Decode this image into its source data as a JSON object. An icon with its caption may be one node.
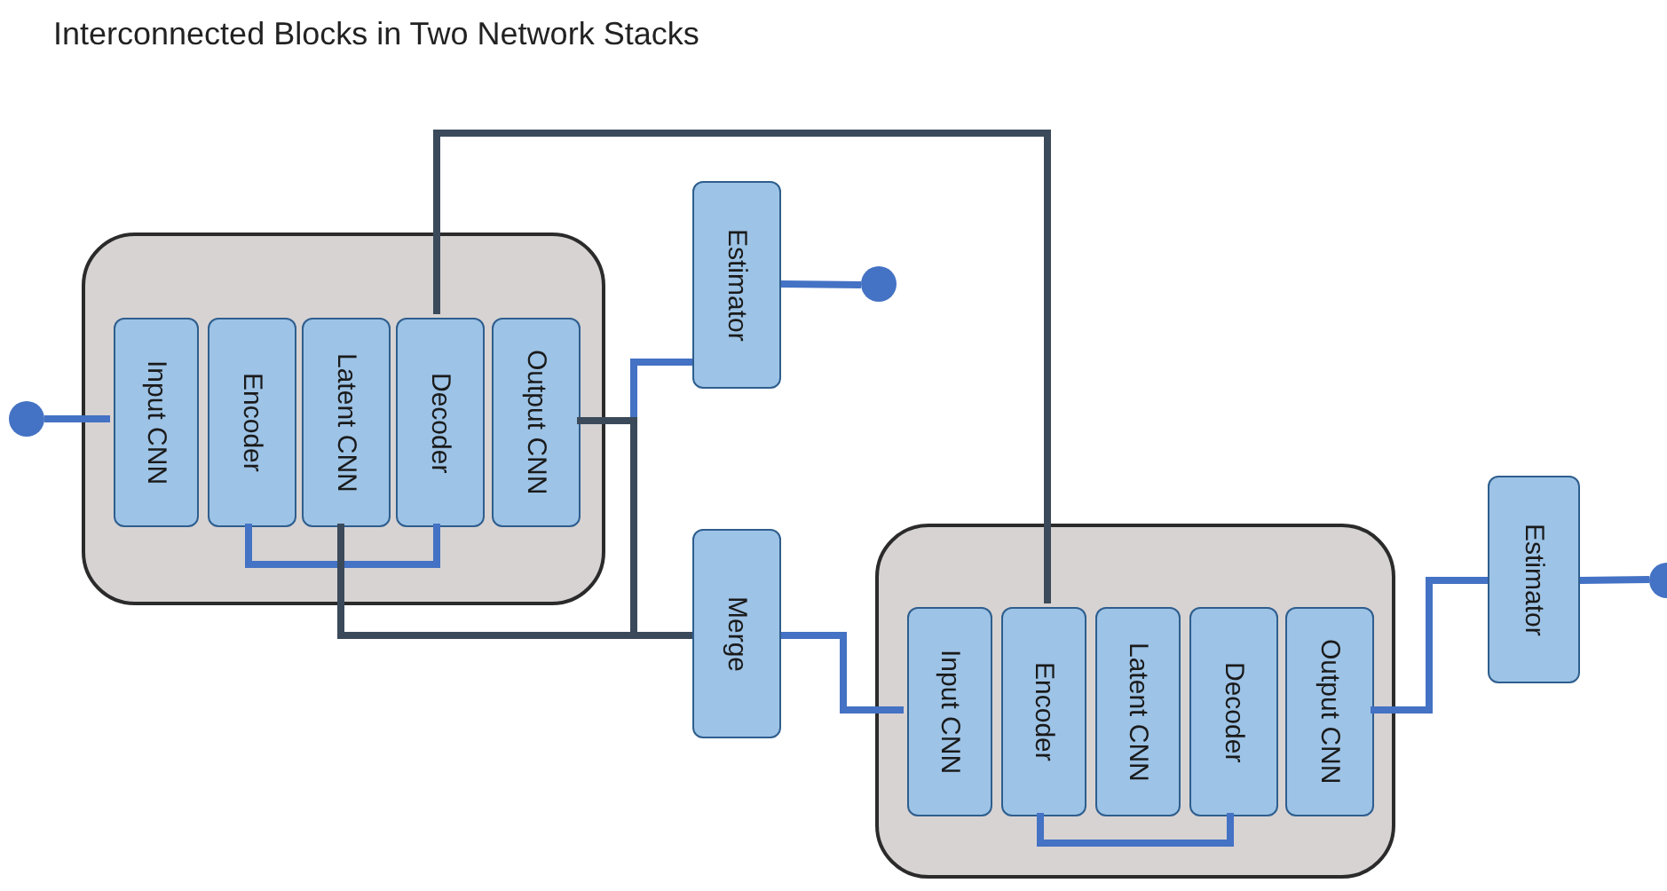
{
  "diagram": {
    "title": "Interconnected Blocks in Two Network Stacks",
    "nodes": [
      {
        "text": [],
        "shape": "box"
      },
      {
        "text": [
          "Input CNN"
        ],
        "in": 0
      },
      {
        "text": [
          "Encoder"
        ],
        "in": 0
      },
      {
        "text": [
          "Latent CNN"
        ],
        "in": 0
      },
      {
        "text": [
          "Decoder"
        ],
        "in": 0
      },
      {
        "text": [
          "Output CNN"
        ],
        "in": 0
      },
      {
        "text": [
          "Estimator"
        ]
      },
      {
        "text": [
          "Merge"
        ]
      },
      {
        "text": [],
        "shape": "box"
      },
      {
        "text": [
          "Input CNN"
        ],
        "in": 8
      },
      {
        "text": [
          "Encoder"
        ],
        "in": 8
      },
      {
        "text": [
          "Latent CNN"
        ],
        "in": 8
      },
      {
        "text": [
          "Decoder"
        ],
        "in": 8
      },
      {
        "text": [
          "Output CNN"
        ],
        "in": 8
      },
      {
        "text": [
          "Estimator"
        ]
      },
      {
        "text": [],
        "shape": "circle"
      },
      {
        "text": [],
        "shape": "circle"
      },
      {
        "text": [],
        "shape": "circle"
      }
    ],
    "edges": [
      {
        "from": 15,
        "to": 1,
        "arrow": "none"
      },
      {
        "from": 2,
        "to": 4,
        "arrow": "none"
      },
      {
        "from": 5,
        "to": 6,
        "arrow": "none"
      },
      {
        "from": 6,
        "to": 16,
        "arrow": "none"
      },
      {
        "from": 5,
        "to": 7,
        "arrow": "none",
        "color": "#3b4a5a"
      },
      {
        "from": 3,
        "to": 7,
        "arrow": "none",
        "color": "#3b4a5a"
      },
      {
        "from": 4,
        "to": 10,
        "arrow": "none",
        "color": "#3b4a5a"
      },
      {
        "from": 7,
        "to": 9,
        "arrow": "none"
      },
      {
        "from": 10,
        "to": 12,
        "arrow": "none"
      },
      {
        "from": 13,
        "to": 14,
        "arrow": "none"
      },
      {
        "from": 14,
        "to": 17,
        "arrow": "none"
      }
    ]
  }
}
